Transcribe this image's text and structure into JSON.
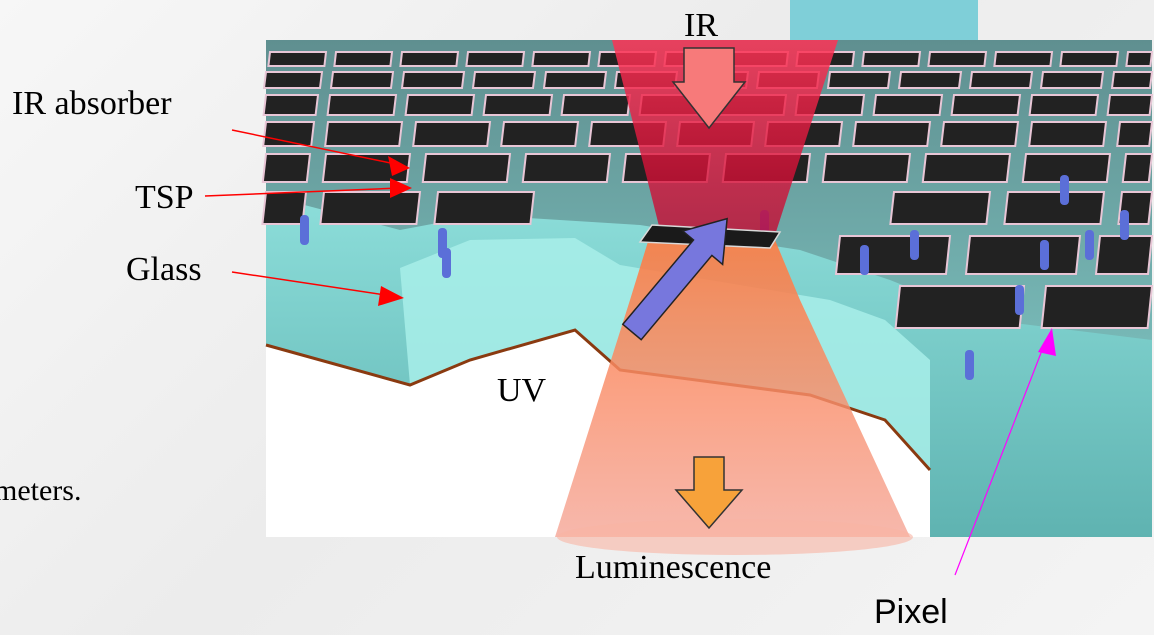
{
  "slide_fragment_text": "meters.",
  "labels": {
    "ir": "IR",
    "ir_absorber": "IR absorber",
    "tsp": "TSP",
    "glass": "Glass",
    "uv": "UV",
    "luminescence": "Luminescence",
    "pixel": "Pixel"
  },
  "colors": {
    "glass": "#7fd3cf",
    "absorber": "#2a2a2a",
    "tsp": "#e8c6d6",
    "ir_beam": "#d8002a",
    "luminescence_beam": "#f08070",
    "uv_arrow": "#7777dd",
    "ir_arrow": "#f77a7a",
    "luminescence_arrow": "#f7a23a",
    "pointer_red": "#ff0000",
    "pointer_magenta": "#ff00ff",
    "corner_accent": "#7fcfd8"
  }
}
